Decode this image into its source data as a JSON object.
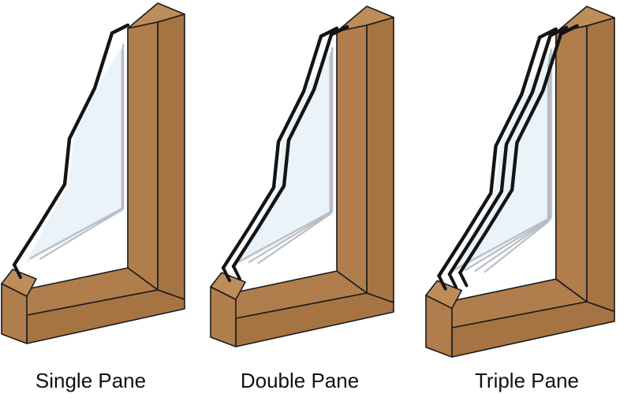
{
  "panels": [
    {
      "label": "Single Pane",
      "panes": 1
    },
    {
      "label": "Double Pane",
      "panes": 2
    },
    {
      "label": "Triple Pane",
      "panes": 3
    }
  ],
  "colors": {
    "frame_front": "#b07d4c",
    "frame_side": "#a67443",
    "frame_top": "#be8d5a",
    "glass": "#eaf3fa",
    "spacer": "#b9bdc3",
    "outline": "#1a1a1a",
    "pane_edge": "#141414"
  }
}
